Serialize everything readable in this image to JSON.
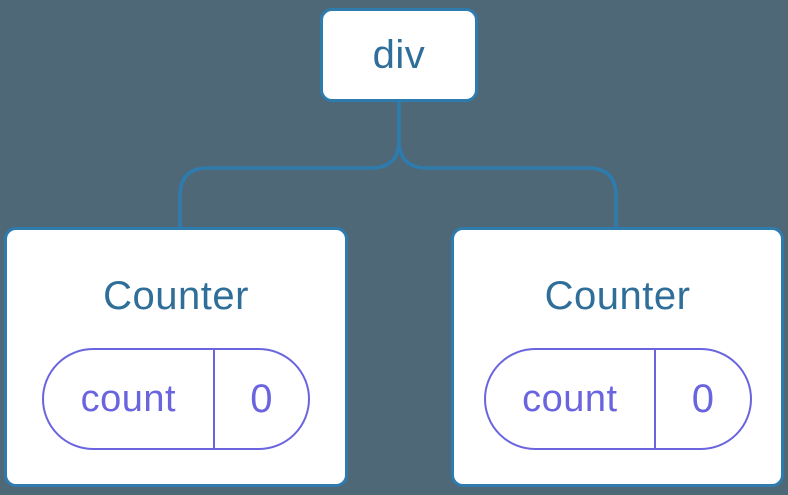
{
  "diagram": {
    "description": "Component tree: a div parent with two Counter children, each holding a count state of 0",
    "colors": {
      "background": "#4E6877",
      "node_fill": "#FFFFFF",
      "node_border_blue": "#2E7BAE",
      "connector_blue": "#2E7BAE",
      "label_blue": "#2E6E99",
      "state_purple": "#6A65DF"
    },
    "root": {
      "label": "div"
    },
    "children": [
      {
        "title": "Counter",
        "state": {
          "key": "count",
          "value": "0"
        }
      },
      {
        "title": "Counter",
        "state": {
          "key": "count",
          "value": "0"
        }
      }
    ]
  }
}
